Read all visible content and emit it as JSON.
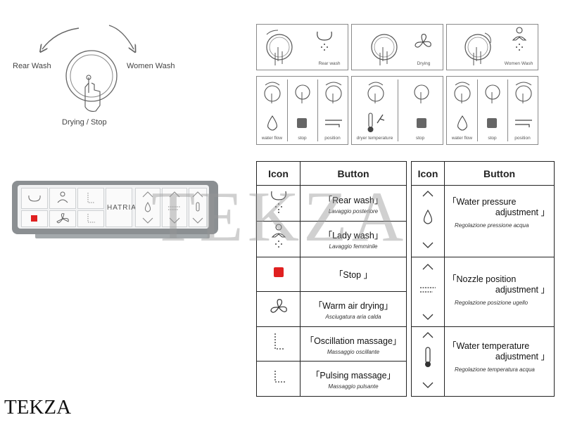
{
  "dial": {
    "left_label": "Rear Wash",
    "right_label": "Women Wash",
    "bottom_label": "Drying / Stop"
  },
  "panels_top": [
    {
      "label": "Rear wash"
    },
    {
      "label": "Drying"
    },
    {
      "label": "Women Wash"
    }
  ],
  "panels_bottom": [
    {
      "cells": [
        "water flow",
        "stop",
        "position"
      ]
    },
    {
      "cells": [
        "dryer temperature",
        "stop"
      ]
    },
    {
      "cells": [
        "water flow",
        "stop",
        "position"
      ]
    }
  ],
  "remote": {
    "brand": "HATRIA",
    "stop_color": "#e02020"
  },
  "legend": {
    "headers": {
      "icon": "Icon",
      "button": "Button"
    },
    "left_rows": [
      {
        "icon": "rear-wash-icon",
        "name": "「Rear wash」",
        "sub": "Lavaggio posteriore"
      },
      {
        "icon": "lady-wash-icon",
        "name": "「Lady wash」",
        "sub": "Lavaggio femminile"
      },
      {
        "icon": "stop-icon",
        "name": "「Stop 」",
        "sub": ""
      },
      {
        "icon": "fan-icon",
        "name": "「Warm air drying」",
        "sub": "Asciugatura aria calda"
      },
      {
        "icon": "oscillation-icon",
        "name": "「Oscillation massage」",
        "sub": "Massaggio oscillante"
      },
      {
        "icon": "pulsing-icon",
        "name": "「Pulsing massage」",
        "sub": "Massaggio pulsante"
      }
    ],
    "right_groups": [
      {
        "icon": "water-drop-icon",
        "line1": "「Water pressure",
        "line2": "adjustment 」",
        "sub": "Regolazione pressione acqua"
      },
      {
        "icon": "nozzle-icon",
        "line1": "「Nozzle position",
        "line2": "adjustment 」",
        "sub": "Regolazione posizione ugello"
      },
      {
        "icon": "thermometer-icon",
        "line1": "「Water temperature",
        "line2": "adjustment 」",
        "sub": "Regolazione temperatura acqua"
      }
    ]
  },
  "watermark": "TEKZA",
  "logo": "TEKZA",
  "colors": {
    "stop_red": "#e02020",
    "line": "#555555"
  }
}
